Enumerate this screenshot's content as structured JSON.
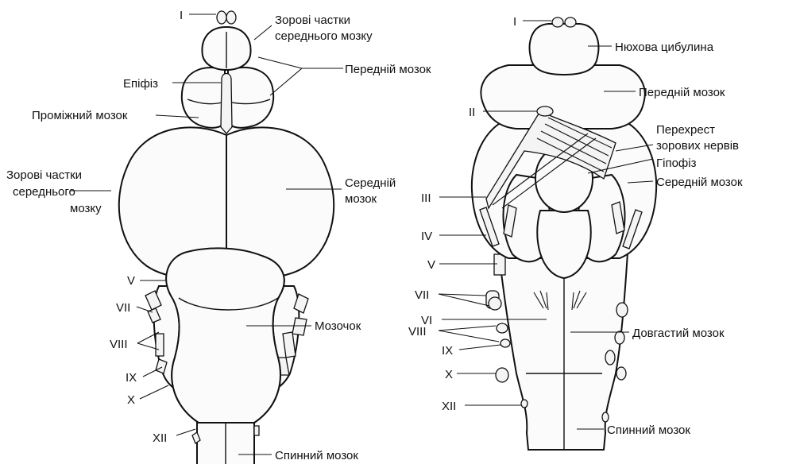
{
  "dorsal_view": {
    "labels": {
      "olfactory_nerve": "I",
      "optic_lobes_top": [
        "Зорові частки",
        "середнього мозку"
      ],
      "forebrain": "Передній мозок",
      "epiphysis": "Епіфіз",
      "diencephalon": "Проміжний мозок",
      "midbrain": [
        "Середній",
        "мозок"
      ],
      "optic_lobes_side": [
        "Зорові частки",
        "середнього",
        "мозку"
      ],
      "trigeminal": "V",
      "facial": "VII",
      "vestibulocochlear": "VIII",
      "glossopharyngeal": "IX",
      "vagus": "X",
      "cerebellum": "Мозочок",
      "hypoglossal": "XII",
      "spinal_cord": "Спинний мозок"
    }
  },
  "ventral_view": {
    "labels": {
      "olfactory_nerve": "I",
      "olfactory_bulb": "Нюхова цибулина",
      "optic_nerve": "II",
      "forebrain": "Передній мозок",
      "optic_chiasm": [
        "Перехрест",
        "зорових нервів"
      ],
      "pituitary": "Гіпофіз",
      "midbrain": "Середній мозок",
      "oculomotor": "III",
      "trochlear": "IV",
      "trigeminal": "V",
      "facial": "VII",
      "abducens": "VI",
      "vestibulocochlear": "VIII",
      "glossopharyngeal": "IX",
      "vagus": "X",
      "medulla": "Довгастий мозок",
      "hypoglossal": "XII",
      "spinal_cord": "Спинний мозок"
    }
  }
}
